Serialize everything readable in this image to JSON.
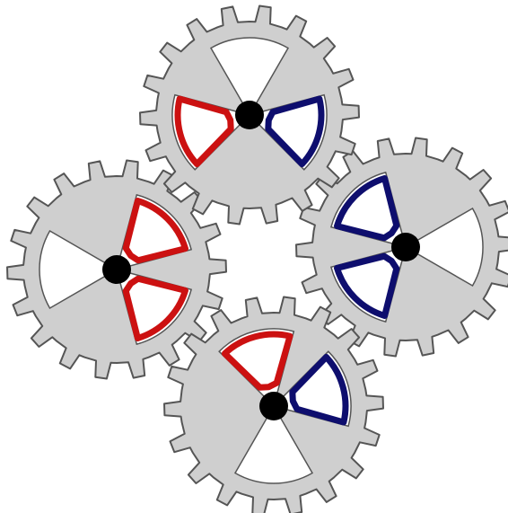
{
  "colors": {
    "gear_fill": "#cfcfcf",
    "gear_outline": "#555555",
    "slot_fill": "#ffffff",
    "hub": "#000000",
    "red_piece": "#cc1111",
    "blue_piece": "#0e0e6e"
  },
  "gears": [
    {
      "id": "top",
      "teeth": 18,
      "slots": [
        {
          "state": "empty"
        },
        {
          "state": "red"
        },
        {
          "state": "blue"
        }
      ]
    },
    {
      "id": "left",
      "teeth": 18,
      "slots": [
        {
          "state": "red"
        },
        {
          "state": "red"
        },
        {
          "state": "empty"
        }
      ]
    },
    {
      "id": "right",
      "teeth": 18,
      "slots": [
        {
          "state": "blue"
        },
        {
          "state": "blue"
        },
        {
          "state": "empty"
        }
      ]
    },
    {
      "id": "bottom",
      "teeth": 18,
      "slots": [
        {
          "state": "red"
        },
        {
          "state": "blue"
        },
        {
          "state": "empty"
        }
      ]
    }
  ]
}
